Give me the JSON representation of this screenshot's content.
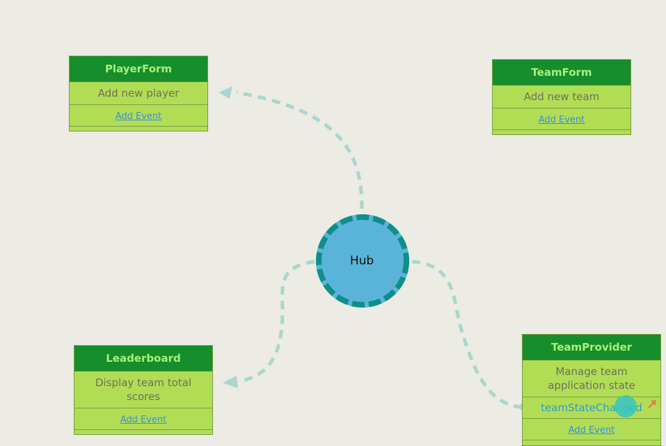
{
  "hub": {
    "label": "Hub"
  },
  "nodes": {
    "player_form": {
      "title": "PlayerForm",
      "description": "Add new player",
      "add_event": "Add Event"
    },
    "team_form": {
      "title": "TeamForm",
      "description": "Add new team",
      "add_event": "Add Event"
    },
    "leaderboard": {
      "title": "Leaderboard",
      "description": "Display team total scores",
      "add_event": "Add Event"
    },
    "team_provider": {
      "title": "TeamProvider",
      "description": "Manage team application state",
      "event": "teamStateChanged",
      "add_event": "Add Event"
    }
  },
  "colors": {
    "background": "#ecebe4",
    "card_header": "#158e2b",
    "card_body": "#b1dd55",
    "hub_fill": "#5ab4d9",
    "hub_ring": "#0e8f8a",
    "connector": "#a9d6cf",
    "link": "#3b8fd6"
  }
}
